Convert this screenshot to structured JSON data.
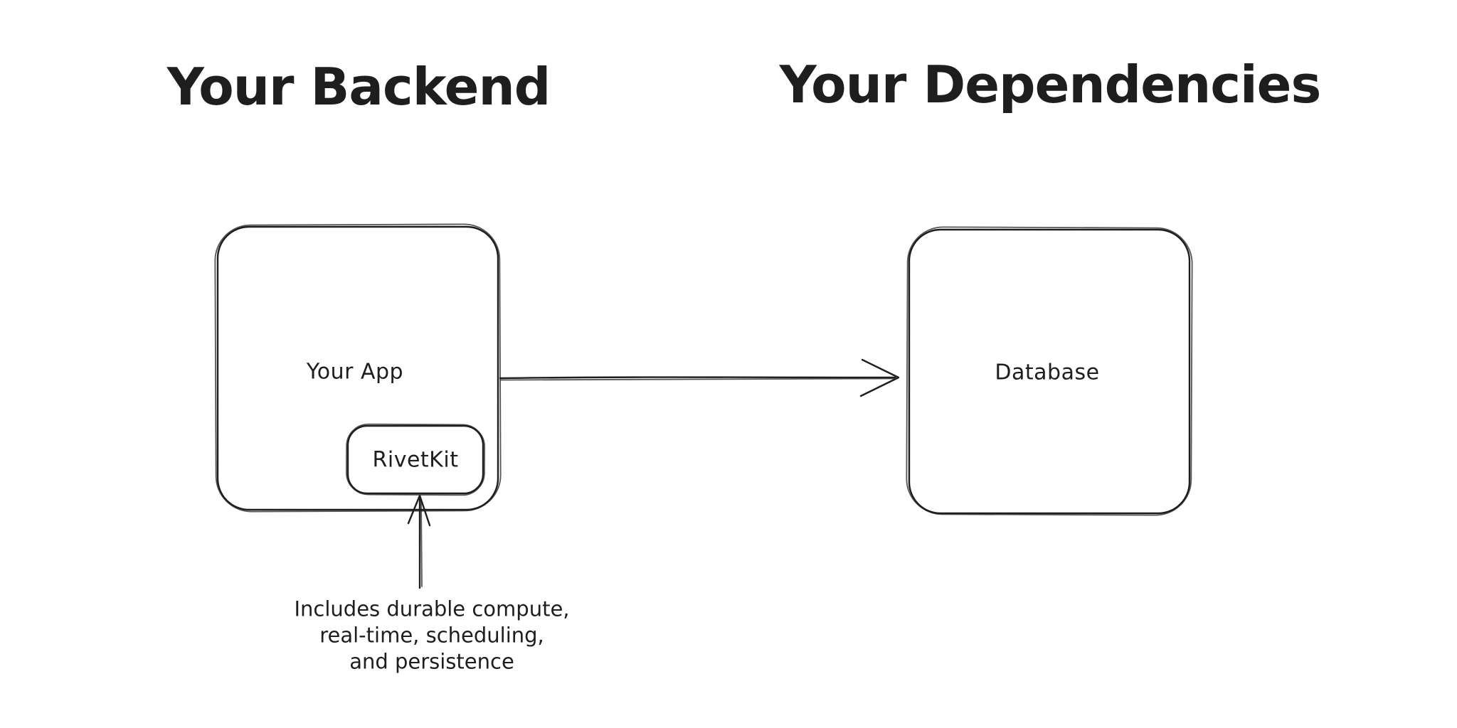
{
  "diagram": {
    "background_color": "#ffffff",
    "stroke_color": "#1e1e1e",
    "sections": {
      "backend": {
        "title": "Your Backend"
      },
      "dependencies": {
        "title": "Your Dependencies"
      }
    },
    "nodes": {
      "your_app": {
        "label": "Your App"
      },
      "rivetkit": {
        "label": "RivetKit"
      },
      "database": {
        "label": "Database"
      }
    },
    "annotation": {
      "lines": [
        "Includes durable compute,",
        "real-time, scheduling,",
        "and persistence"
      ]
    }
  }
}
